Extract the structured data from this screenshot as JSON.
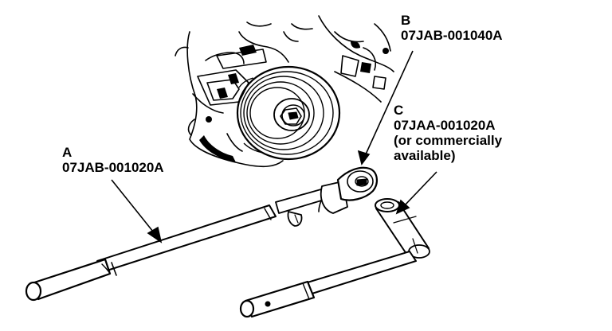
{
  "callouts": {
    "a": {
      "letter": "A",
      "part_number": "07JAB-001020A"
    },
    "b": {
      "letter": "B",
      "part_number": "07JAB-001040A"
    },
    "c": {
      "letter": "C",
      "part_number": "07JAA-001020A",
      "note_line1": "(or commercially",
      "note_line2": "available)"
    }
  },
  "colors": {
    "ink": "#000000",
    "paper": "#ffffff"
  }
}
